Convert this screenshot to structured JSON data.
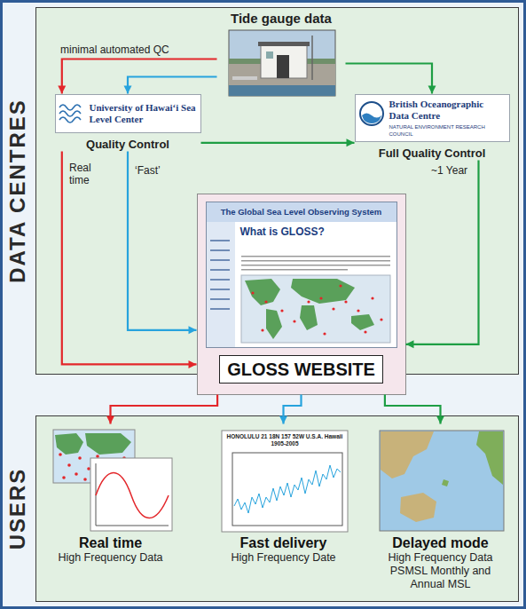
{
  "diagram": {
    "nodes": [
      {
        "text": [
          "DATA CENTRES"
        ]
      },
      {
        "text": [
          "Tide gauge data"
        ],
        "in": 0
      },
      {
        "text": [
          "University of Hawaiʻi Sea Level Center",
          "Quality Control"
        ],
        "in": 0
      },
      {
        "text": [
          "British Oceanographic Data Centre",
          "NATURAL ENVIRONMENT RESEARCH COUNCIL",
          "Full Quality Control"
        ],
        "in": 0
      },
      {
        "text": [
          "The Global Sea Level Observing System",
          "What is GLOSS?",
          "GLOSS WEBSITE"
        ],
        "in": 0
      },
      {
        "text": [
          "USERS"
        ]
      },
      {
        "text": [
          "Real time",
          "High Frequency Data"
        ],
        "in": 5
      },
      {
        "text": [
          "Fast delivery",
          "High Frequency Date"
        ],
        "in": 5
      },
      {
        "text": [
          "Delayed mode",
          "High Frequency Data PSMSL Monthly and Annual MSL"
        ],
        "in": 5
      }
    ],
    "edges": [
      {
        "from": 1,
        "to": 2,
        "arrow": "to",
        "label": "minimal automated QC"
      },
      {
        "from": 1,
        "to": 2,
        "arrow": "to"
      },
      {
        "from": 1,
        "to": 3,
        "arrow": "to"
      },
      {
        "from": 2,
        "to": 3,
        "arrow": "to"
      },
      {
        "from": 2,
        "to": 4,
        "arrow": "to",
        "label": "Real time"
      },
      {
        "from": 2,
        "to": 4,
        "arrow": "to",
        "label": "‘Fast’"
      },
      {
        "from": 3,
        "to": 4,
        "arrow": "to",
        "label": "~1 Year"
      },
      {
        "from": 4,
        "to": 6,
        "arrow": "to"
      },
      {
        "from": 4,
        "to": 7,
        "arrow": "to"
      },
      {
        "from": 4,
        "to": 8,
        "arrow": "to"
      }
    ],
    "labels": [
      "HONOLULU 21 18N 157 52W U.S.A. Hawaii 1905-2005"
    ]
  }
}
